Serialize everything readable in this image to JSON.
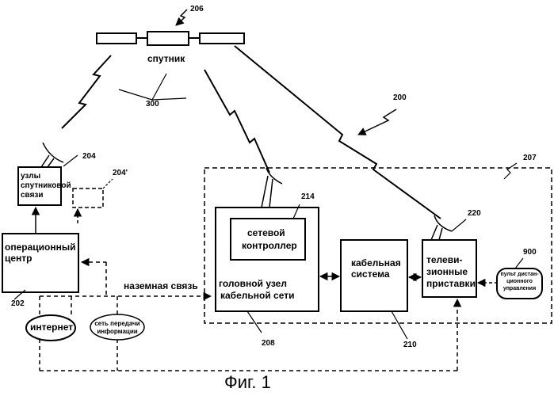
{
  "figure": {
    "caption": "Фиг. 1",
    "refs": {
      "r206": "206",
      "r300": "300",
      "r200": "200",
      "r207": "207",
      "r204": "204",
      "r204p": "204'",
      "r214": "214",
      "r220": "220",
      "r900": "900",
      "r202": "202",
      "r208": "208",
      "r210": "210"
    }
  },
  "satellite": {
    "label": "спутник"
  },
  "satellite_uplink": {
    "label_line1": "узлы",
    "label_line2": "спутниковой",
    "label_line3": "связи"
  },
  "operations_center": {
    "label_line1": "операционный",
    "label_line2": "центр"
  },
  "network_controller": {
    "label_line1": "сетевой",
    "label_line2": "контроллер"
  },
  "headend": {
    "label_line1": "головной узел",
    "label_line2": "кабельной сети"
  },
  "cable_system": {
    "label_line1": "кабельная",
    "label_line2": "система"
  },
  "set_top_box": {
    "label_line1": "телеви-",
    "label_line2": "зионные",
    "label_line3": "приставки"
  },
  "remote": {
    "label_line1": "пульт дистан-",
    "label_line2": "ционного",
    "label_line3": "управления"
  },
  "ground_link": {
    "label": "наземная связь"
  },
  "internet": {
    "label": "интернет"
  },
  "data_network": {
    "label_line1": "сеть передачи",
    "label_line2": "информации"
  }
}
